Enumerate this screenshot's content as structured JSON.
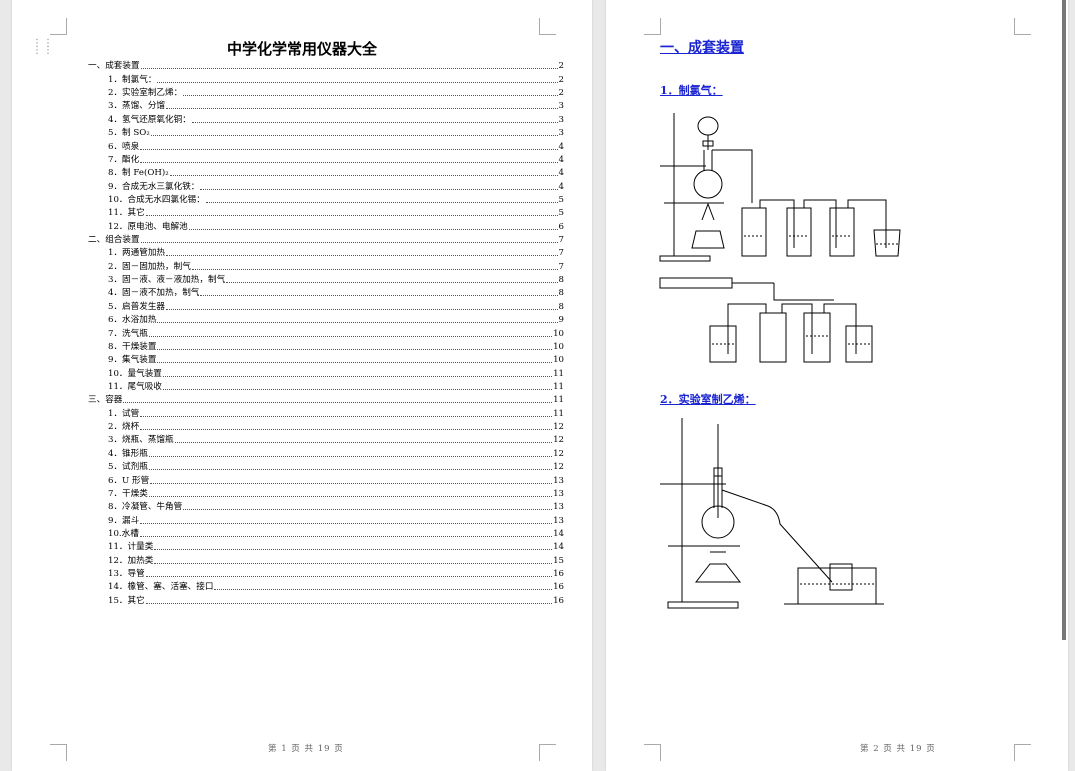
{
  "page1": {
    "title": "中学化学常用仪器大全",
    "toc": [
      {
        "label": "一、成套装置",
        "page": "2",
        "level": 1
      },
      {
        "label": "1．制氯气：",
        "page": "2",
        "level": 2
      },
      {
        "label": "2．实验室制乙烯：",
        "page": "2",
        "level": 2
      },
      {
        "label": "3．蒸馏、分馏",
        "page": "3",
        "level": 2
      },
      {
        "label": "4．氢气还原氧化铜：",
        "page": "3",
        "level": 2
      },
      {
        "label": "5．制 SO₂",
        "page": "3",
        "level": 2
      },
      {
        "label": "6．喷泉",
        "page": "4",
        "level": 2
      },
      {
        "label": "7．酯化",
        "page": "4",
        "level": 2
      },
      {
        "label": "8．制 Fe(OH)₂",
        "page": "4",
        "level": 2
      },
      {
        "label": "9．合成无水三氯化铁：",
        "page": "4",
        "level": 2
      },
      {
        "label": "10．合成无水四氯化锡：",
        "page": "5",
        "level": 2
      },
      {
        "label": "11．其它",
        "page": "5",
        "level": 2
      },
      {
        "label": "12．原电池、电解池",
        "page": "6",
        "level": 2
      },
      {
        "label": "二、组合装置",
        "page": "7",
        "level": 1
      },
      {
        "label": "1．两通管加热",
        "page": "7",
        "level": 2
      },
      {
        "label": "2．固－固加热，制气",
        "page": "7",
        "level": 2
      },
      {
        "label": "3．固－液、液－液加热，制气",
        "page": "8",
        "level": 2
      },
      {
        "label": "4．固－液不加热，制气",
        "page": "8",
        "level": 2
      },
      {
        "label": "5．启普发生器",
        "page": "8",
        "level": 2
      },
      {
        "label": "6．水浴加热",
        "page": "9",
        "level": 2
      },
      {
        "label": "7．洗气瓶",
        "page": "10",
        "level": 2
      },
      {
        "label": "8．干燥装置",
        "page": "10",
        "level": 2
      },
      {
        "label": "9．集气装置",
        "page": "10",
        "level": 2
      },
      {
        "label": "10．量气装置",
        "page": "11",
        "level": 2
      },
      {
        "label": "11．尾气吸收",
        "page": "11",
        "level": 2
      },
      {
        "label": "三、容器",
        "page": "11",
        "level": 1
      },
      {
        "label": "1．试管",
        "page": "11",
        "level": 2
      },
      {
        "label": "2．烧杯",
        "page": "12",
        "level": 2
      },
      {
        "label": "3．烧瓶、蒸馏瓶",
        "page": "12",
        "level": 2
      },
      {
        "label": "4．锥形瓶",
        "page": "12",
        "level": 2
      },
      {
        "label": "5．试剂瓶",
        "page": "12",
        "level": 2
      },
      {
        "label": "6．U 形管",
        "page": "13",
        "level": 2
      },
      {
        "label": "7．干燥类",
        "page": "13",
        "level": 2
      },
      {
        "label": "8．冷凝管、牛角管",
        "page": "13",
        "level": 2
      },
      {
        "label": "9．漏斗",
        "page": "13",
        "level": 2
      },
      {
        "label": "10.水槽",
        "page": "14",
        "level": 2
      },
      {
        "label": "11．计量类",
        "page": "14",
        "level": 2
      },
      {
        "label": "12．加热类",
        "page": "15",
        "level": 2
      },
      {
        "label": "13．导管",
        "page": "16",
        "level": 2
      },
      {
        "label": "14．橡管、塞、活塞、接口",
        "page": "16",
        "level": 2
      },
      {
        "label": "15．其它",
        "page": "16",
        "level": 2
      }
    ],
    "footer": "第 1 页 共 19 页"
  },
  "page2": {
    "heading": "一、成套装置",
    "sub1": "1．制氯气：",
    "sub2": "2．实验室制乙烯：",
    "footer": "第 2 页 共 19 页"
  },
  "icons": {
    "drag": "drag-handle-icon",
    "fig1": "chlorine-apparatus-figure",
    "fig2": "ethylene-apparatus-figure"
  }
}
